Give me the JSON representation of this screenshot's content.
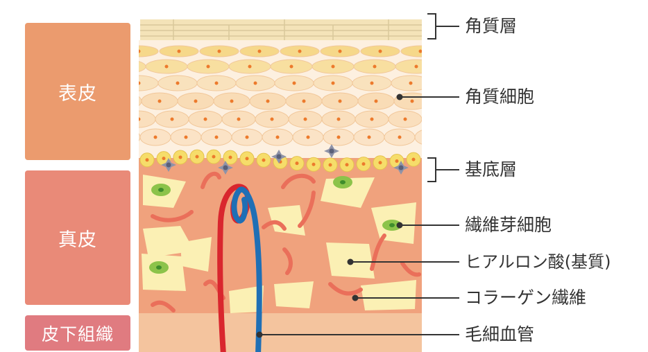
{
  "layers": {
    "epidermis": "表皮",
    "dermis": "真皮",
    "subcutaneous": "皮下組織"
  },
  "labels": {
    "stratum_corneum": "角質層",
    "keratinocyte": "角質細胞",
    "basal_layer": "基底層",
    "fibroblast": "繊維芽細胞",
    "hyaluronic_acid": "ヒアルロン酸(基質)",
    "collagen_fiber": "コラーゲン繊維",
    "capillary": "毛細血管"
  },
  "colors": {
    "epidermis_box": "#eb9b6e",
    "dermis_box": "#e98a78",
    "subcutaneous_box": "#e07b80",
    "corneum": "#f4e3b8",
    "keratinocyte_cell": "#f9dcb6",
    "keratinocyte_nucleus": "#ec7a2c",
    "dermis_fill": "#f0a27d",
    "matrix": "#fbf0b4",
    "fibroblast_nucleus": "#6fb33a",
    "artery": "#d9262e",
    "vein": "#1f6fb5",
    "collagen": "#ea6f5a",
    "leader_line": "#333333"
  }
}
